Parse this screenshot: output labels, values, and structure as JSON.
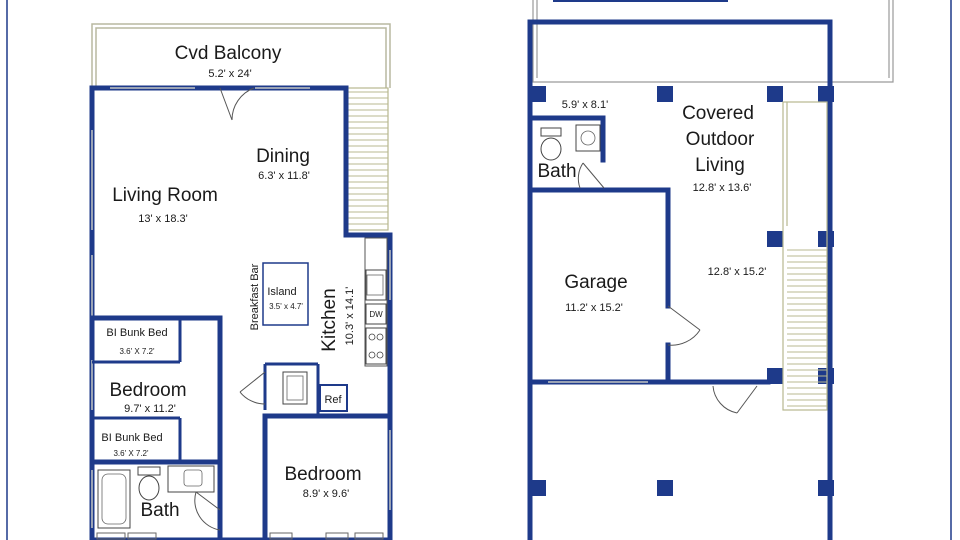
{
  "colors": {
    "wall": "#1e3a8a",
    "railing": "#b8b8a0",
    "background": "#ffffff"
  },
  "upper_floor": {
    "balcony": {
      "label": "Cvd Balcony",
      "dims": "5.2' x 24'"
    },
    "dining": {
      "label": "Dining",
      "dims": "6.3' x 11.8'"
    },
    "living": {
      "label": "Living Room",
      "dims": "13' x 18.3'"
    },
    "breakfast_bar": {
      "label": "Breakfast Bar"
    },
    "island": {
      "label": "Island",
      "dims": "3.5' x 4.7'"
    },
    "kitchen": {
      "label": "Kitchen",
      "dims": "10.3' x 14.1'"
    },
    "dishwasher": {
      "label": "DW"
    },
    "fridge": {
      "label": "Ref"
    },
    "bunk_bed_1": {
      "label": "BI Bunk Bed",
      "dims": "3.6' X 7.2'"
    },
    "bedroom_1": {
      "label": "Bedroom",
      "dims": "9.7' x 11.2'"
    },
    "bunk_bed_2": {
      "label": "BI Bunk Bed",
      "dims": "3.6' X 7.2'"
    },
    "bath": {
      "label": "Bath"
    },
    "bedroom_2": {
      "label": "Bedroom",
      "dims": "8.9' x 9.6'"
    }
  },
  "lower_floor": {
    "bath_dims": "5.9' x 8.1'",
    "bath": {
      "label": "Bath"
    },
    "covered_outdoor": {
      "line1": "Covered",
      "line2": "Outdoor",
      "line3": "Living",
      "dims": "12.8' x 13.6'"
    },
    "garage": {
      "label": "Garage",
      "dims": "11.2' x 15.2'"
    },
    "stair_area": {
      "dims": "12.8' x 15.2'"
    }
  }
}
